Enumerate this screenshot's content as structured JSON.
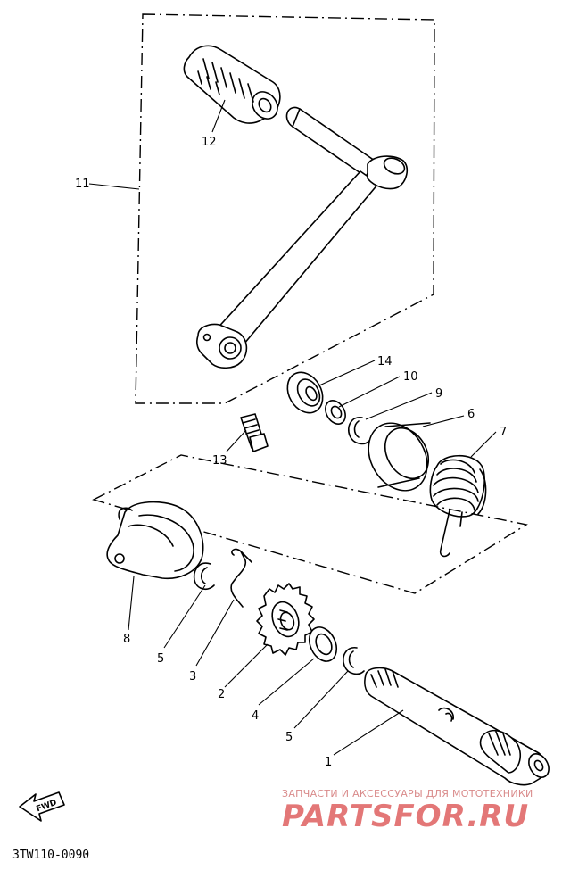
{
  "callouts": [
    {
      "id": "c11",
      "text": "11"
    },
    {
      "id": "c12",
      "text": "12"
    },
    {
      "id": "c13",
      "text": "13"
    },
    {
      "id": "c14",
      "text": "14"
    },
    {
      "id": "c10",
      "text": "10"
    },
    {
      "id": "c9",
      "text": "9"
    },
    {
      "id": "c6",
      "text": "6"
    },
    {
      "id": "c7",
      "text": "7"
    },
    {
      "id": "c8",
      "text": "8"
    },
    {
      "id": "c5a",
      "text": "5"
    },
    {
      "id": "c3",
      "text": "3"
    },
    {
      "id": "c2",
      "text": "2"
    },
    {
      "id": "c4",
      "text": "4"
    },
    {
      "id": "c5b",
      "text": "5"
    },
    {
      "id": "c1",
      "text": "1"
    }
  ],
  "fwd_label": "FWD",
  "diagram_code": "3TW110-0090",
  "watermark": {
    "tagline": "ЗАПЧАСТИ И АКСЕССУАРЫ ДЛЯ МОТОТЕХНИКИ",
    "brand": "PARTSFOR.RU"
  }
}
